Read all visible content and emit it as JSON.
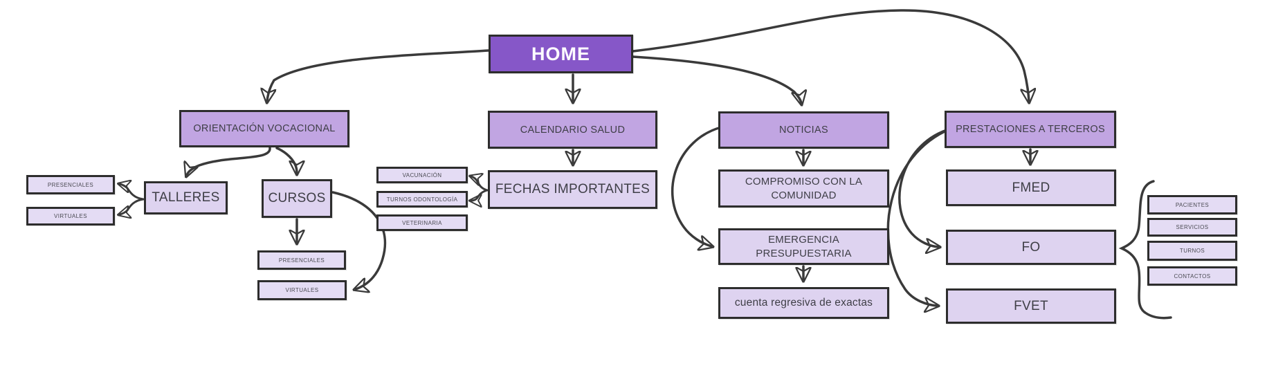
{
  "diagram": {
    "title": "Sitemap / navigation flowchart",
    "type": "sitemap-flowchart"
  },
  "palette": {
    "home_fill": "#8657c8",
    "level2_fill": "#c1a5e2",
    "level3_fill": "#ded3f0",
    "small_fill": "#e4dcf4",
    "border_color": "#2d2d2d",
    "connector_color": "#3a3a3a",
    "text_dark": "#3e3e46",
    "canvas_bg": "#ffffff"
  },
  "nodes": {
    "home": {
      "label": "HOME"
    },
    "orientacion": {
      "label": "ORIENTACIÓN VOCACIONAL"
    },
    "calendario": {
      "label": "CALENDARIO SALUD"
    },
    "noticias": {
      "label": "NOTICIAS"
    },
    "prestaciones": {
      "label": "PRESTACIONES A TERCEROS"
    },
    "talleres": {
      "label": "TALLERES"
    },
    "cursos": {
      "label": "CURSOS"
    },
    "talleres_presenciales": {
      "label": "PRESENCIALES"
    },
    "talleres_virtuales": {
      "label": "VIRTUALES"
    },
    "cursos_presenciales": {
      "label": "PRESENCIALES"
    },
    "cursos_virtuales": {
      "label": "VIRTUALES"
    },
    "fechas": {
      "label": "FECHAS IMPORTANTES"
    },
    "vacunacion": {
      "label": "VACUNACIÓN"
    },
    "turnos_odontologia": {
      "label": "TURNOS ODONTOLOGÍA"
    },
    "veterinaria": {
      "label": "VETERINARIA"
    },
    "compromiso": {
      "label": "COMPROMISO CON LA COMUNIDAD"
    },
    "emergencia": {
      "label": "EMERGENCIA PRESUPUESTARIA"
    },
    "cuenta": {
      "label": "cuenta regresiva de exactas"
    },
    "fmed": {
      "label": "FMED"
    },
    "fo": {
      "label": "FO"
    },
    "fvet": {
      "label": "FVET"
    },
    "pacientes": {
      "label": "PACIENTES"
    },
    "servicios": {
      "label": "SERVICIOS"
    },
    "turnos": {
      "label": "TURNOS"
    },
    "contactos": {
      "label": "CONTACTOS"
    }
  },
  "edges": [
    {
      "from": "home",
      "to": "orientacion"
    },
    {
      "from": "home",
      "to": "calendario"
    },
    {
      "from": "home",
      "to": "noticias"
    },
    {
      "from": "home",
      "to": "prestaciones"
    },
    {
      "from": "orientacion",
      "to": "talleres"
    },
    {
      "from": "orientacion",
      "to": "cursos"
    },
    {
      "from": "talleres",
      "to": "talleres_presenciales"
    },
    {
      "from": "talleres",
      "to": "talleres_virtuales"
    },
    {
      "from": "cursos",
      "to": "cursos_presenciales"
    },
    {
      "from": "cursos",
      "to": "cursos_virtuales"
    },
    {
      "from": "calendario",
      "to": "fechas"
    },
    {
      "from": "fechas",
      "to": "vacunacion"
    },
    {
      "from": "fechas",
      "to": "turnos_odontologia"
    },
    {
      "from": "fechas",
      "to": "veterinaria"
    },
    {
      "from": "noticias",
      "to": "compromiso"
    },
    {
      "from": "noticias",
      "to": "emergencia"
    },
    {
      "from": "emergencia",
      "to": "cuenta"
    },
    {
      "from": "prestaciones",
      "to": "fmed"
    },
    {
      "from": "prestaciones",
      "to": "fo"
    },
    {
      "from": "prestaciones",
      "to": "fvet"
    },
    {
      "brace_group": [
        "fmed",
        "fo",
        "fvet"
      ],
      "to": [
        "pacientes",
        "servicios",
        "turnos",
        "contactos"
      ]
    }
  ]
}
